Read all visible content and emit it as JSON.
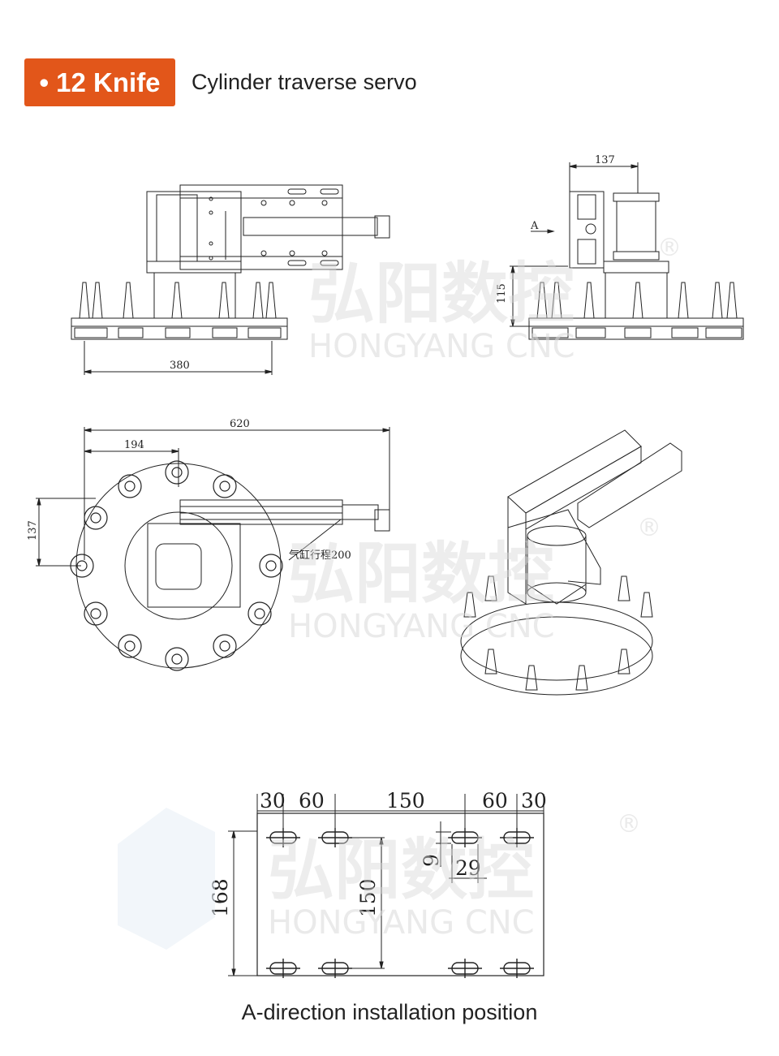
{
  "header": {
    "badge": "• 12 Knife",
    "subtitle": "Cylinder traverse servo"
  },
  "watermark": {
    "brand_cn": "弘阳数控",
    "brand_en": "HONGYANG CNC",
    "registered": "®"
  },
  "front_view": {
    "dim_width": "380"
  },
  "side_view": {
    "dim_top": "137",
    "dim_height": "115",
    "view_marker": "A"
  },
  "top_view": {
    "dim_total": "620",
    "dim_partial": "194",
    "dim_vertical": "137",
    "stroke_label": "气缸行程200"
  },
  "mount_plate": {
    "dims_top": [
      "30",
      "60",
      "150",
      "60",
      "30"
    ],
    "dim_height": "168",
    "dim_inner": "150",
    "dim_slot_h": "9",
    "dim_slot_w": "29"
  },
  "caption": "A-direction installation position",
  "colors": {
    "accent": "#e2561a",
    "line": "#222222",
    "watermark": "#d9d9d9"
  }
}
